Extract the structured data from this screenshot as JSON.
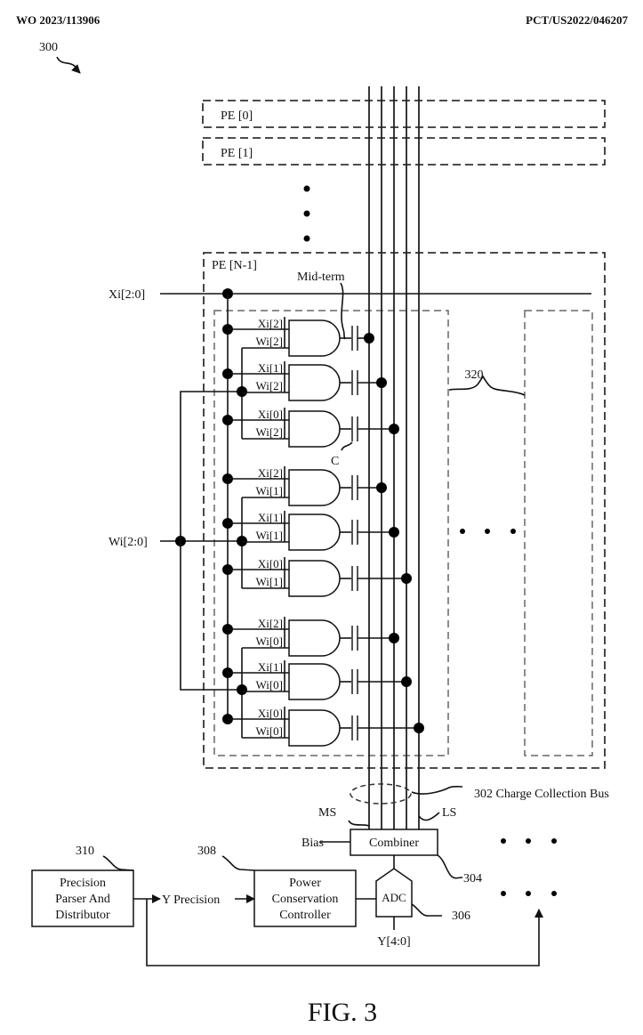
{
  "header": {
    "publication_number": "WO 2023/113906",
    "application_number": "PCT/US2022/046207"
  },
  "figure": {
    "reference": "300",
    "caption": "FIG. 3"
  },
  "processing_elements": [
    {
      "label": "PE [0]"
    },
    {
      "label": "PE [1]"
    },
    {
      "label": "PE [N-1]"
    }
  ],
  "inputs": {
    "x_bus": "Xi[2:0]",
    "w_bus": "Wi[2:0]"
  },
  "annotations": {
    "mid_term": "Mid-term",
    "capacitor": "C",
    "column_group": "320",
    "charge_bus": "302 Charge Collection Bus",
    "ms": "MS",
    "ls": "LS",
    "bias": "Bias",
    "combiner_ref": "304",
    "adc_ref": "306",
    "pcc_ref": "308",
    "ppd_ref": "310",
    "y_precision": "Y Precision",
    "y_output": "Y[4:0]"
  },
  "gates": [
    {
      "x": "Xi[2]",
      "w": "Wi[2]"
    },
    {
      "x": "Xi[1]",
      "w": "Wi[2]"
    },
    {
      "x": "Xi[0]",
      "w": "Wi[2]"
    },
    {
      "x": "Xi[2]",
      "w": "Wi[1]"
    },
    {
      "x": "Xi[1]",
      "w": "Wi[1]"
    },
    {
      "x": "Xi[0]",
      "w": "Wi[1]"
    },
    {
      "x": "Xi[2]",
      "w": "Wi[0]"
    },
    {
      "x": "Xi[1]",
      "w": "Wi[0]"
    },
    {
      "x": "Xi[0]",
      "w": "Wi[0]"
    }
  ],
  "blocks": {
    "combiner": "Combiner",
    "adc": "ADC",
    "power_controller": [
      "Power",
      "Conservation",
      "Controller"
    ],
    "precision_parser": [
      "Precision",
      "Parser And",
      "Distributor"
    ]
  }
}
